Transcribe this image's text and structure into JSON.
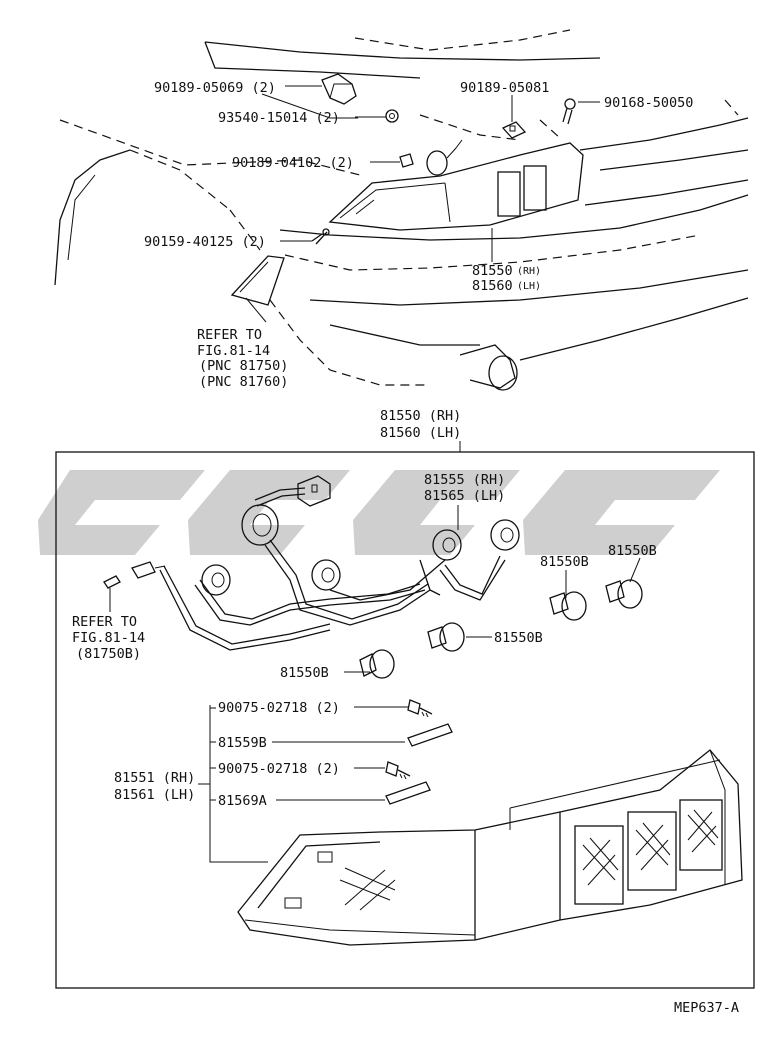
{
  "diagram_code": "MEP637-A",
  "top": {
    "p90189_05069": "90189-05069 (2)",
    "p93540_15014": "93540-15014 (2)",
    "p90189_04102": "90189-04102 (2)",
    "p90159_40125": "90159-40125 (2)",
    "p90189_05081": "90189-05081",
    "p90168_50050": "90168-50050",
    "assy_rh": "81550",
    "assy_rh_side": "(RH)",
    "assy_lh": "81560",
    "assy_lh_side": "(LH)",
    "refer_line1": "REFER TO",
    "refer_line2": "FIG.81-14",
    "refer_line3": "(PNC 81750)",
    "refer_line4": "(PNC 81760)"
  },
  "box": {
    "title_rh": "81550 (RH)",
    "title_lh": "81560 (LH)",
    "socket_rh": "81555 (RH)",
    "socket_lh": "81565 (LH)",
    "bulb_a": "81550B",
    "bulb_b": "81550B",
    "bulb_c": "81550B",
    "bulb_d": "81550B",
    "refer_line1": "REFER TO",
    "refer_line2": "FIG.81-14",
    "refer_line3": "(81750B)",
    "screw_1": "90075-02718 (2)",
    "gasket_1": "81559B",
    "screw_2": "90075-02718 (2)",
    "gasket_2": "81569A",
    "lens_rh": "81551 (RH)",
    "lens_lh": "81561 (LH)"
  },
  "icons": [
    "clip-icon",
    "grommet-icon",
    "nut-icon",
    "screw-icon",
    "bulb-icon",
    "socket-icon",
    "connector-icon",
    "gasket-icon"
  ],
  "watermark_color": "#cfcfcf"
}
